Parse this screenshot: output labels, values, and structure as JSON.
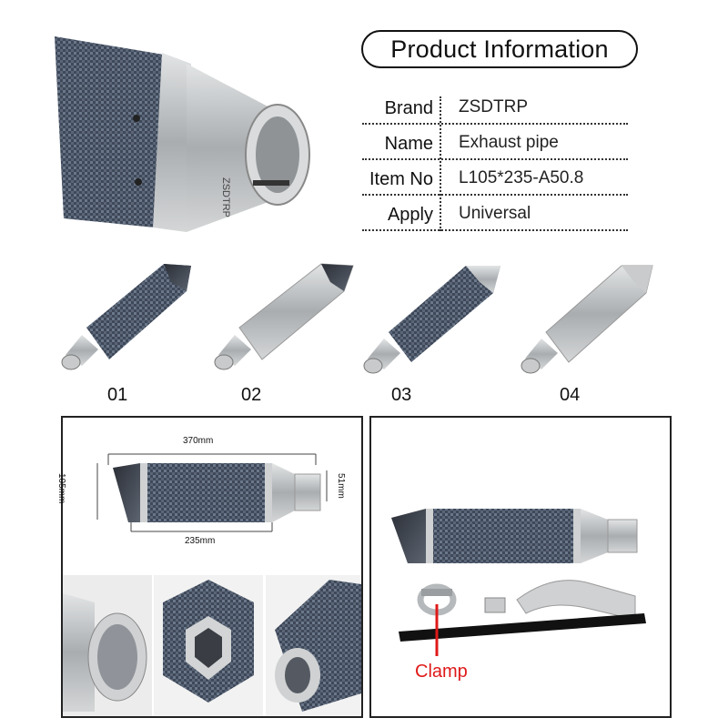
{
  "header": {
    "title": "Product Information"
  },
  "info_table": [
    {
      "key": "Brand",
      "value": "ZSDTRP"
    },
    {
      "key": "Name",
      "value": "Exhaust pipe"
    },
    {
      "key": "Item No",
      "value": "L105*235-A50.8"
    },
    {
      "key": "Apply",
      "value": "Universal"
    }
  ],
  "variants": [
    {
      "label": "01",
      "finish": "carbon"
    },
    {
      "label": "02",
      "finish": "titanium"
    },
    {
      "label": "03",
      "finish": "carbon"
    },
    {
      "label": "04",
      "finish": "titanium"
    }
  ],
  "dimensions": {
    "total_length": "370mm",
    "body_length": "235mm",
    "height": "105mm",
    "inlet": "51mm"
  },
  "accessories": {
    "clamp_label": "Clamp"
  },
  "logo_text": "ZSDTRP",
  "colors": {
    "clamp_red": "#e01919",
    "carbon": "#3a4454",
    "steel": "#b4b8bb"
  }
}
